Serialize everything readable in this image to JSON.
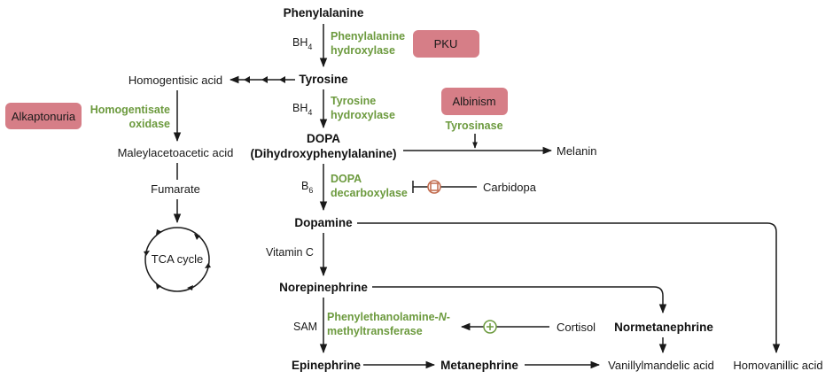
{
  "metabolites": {
    "phenylalanine": "Phenylalanine",
    "tyrosine": "Tyrosine",
    "dopa_line1": "DOPA",
    "dopa_line2": "(Dihydroxyphenylalanine)",
    "dopamine": "Dopamine",
    "norepinephrine": "Norepinephrine",
    "epinephrine": "Epinephrine",
    "metanephrine": "Metanephrine",
    "normetanephrine": "Normetanephrine"
  },
  "side_products": {
    "homogentisic_acid": "Homogentisic acid",
    "maleylacetoacetic_acid": "Maleylacetoacetic acid",
    "fumarate": "Fumarate",
    "tca_cycle": "TCA cycle",
    "melanin": "Melanin",
    "carbidopa": "Carbidopa",
    "cortisol": "Cortisol",
    "vanillylmandelic_acid": "Vanillylmandelic acid",
    "homovanillic_acid": "Homovanillic acid"
  },
  "enzymes": {
    "phe_hydroxylase_1": "Phenylalanine",
    "phe_hydroxylase_2": "hydroxylase",
    "tyr_hydroxylase_1": "Tyrosine",
    "tyr_hydroxylase_2": "hydroxylase",
    "tyrosinase": "Tyrosinase",
    "dopa_decarboxylase_1": "DOPA",
    "dopa_decarboxylase_2": "decarboxylase",
    "homogentisate_oxidase_1": "Homogentisate",
    "homogentisate_oxidase_2": "oxidase",
    "pnmt_1a": "Phenylethanolamine-",
    "pnmt_1b": "N",
    "pnmt_1c": "-",
    "pnmt_2": "methyltransferase"
  },
  "cofactors": {
    "bh4_a_main": "BH",
    "bh4_a_sub": "4",
    "bh4_b_main": "BH",
    "bh4_b_sub": "4",
    "b6_main": "B",
    "b6_sub": "6",
    "vitamin_c": "Vitamin C",
    "sam": "SAM"
  },
  "diseases": {
    "pku": "PKU",
    "albinism": "Albinism",
    "alkaptonuria": "Alkaptonuria"
  },
  "colors": {
    "enzyme_green": "#6c9a3e",
    "disease_box": "#d67e87",
    "inhibitor_orange": "#c0684a",
    "stimulator_green": "#6c9a3e",
    "line_dark": "#1a1a1a"
  }
}
